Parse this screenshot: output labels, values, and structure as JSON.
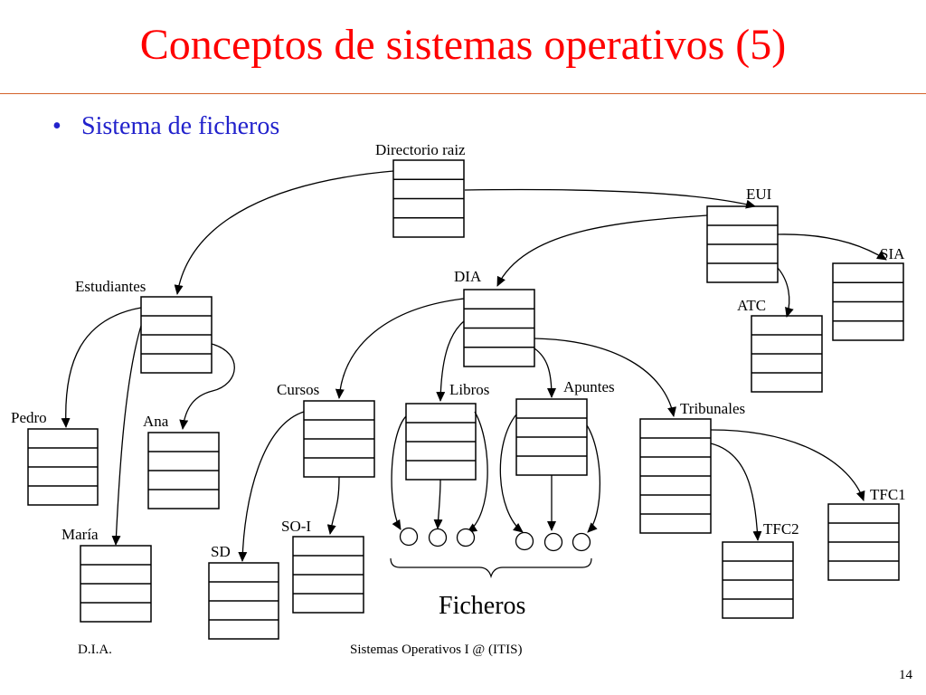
{
  "slide": {
    "title": "Conceptos de sistemas operativos (5)",
    "bullet_symbol": "•",
    "bullet_text": "Sistema de ficheros",
    "title_color": "#ff0000",
    "bullet_color": "#2222cc"
  },
  "diagram": {
    "directories": {
      "root": "Directorio raiz",
      "eui": "EUI",
      "sia": "SIA",
      "dia": "DIA",
      "atc": "ATC",
      "estudiantes": "Estudiantes",
      "pedro": "Pedro",
      "ana": "Ana",
      "maria": "María",
      "cursos": "Cursos",
      "libros": "Libros",
      "apuntes": "Apuntes",
      "tribunales": "Tribunales",
      "so_i": "SO-I",
      "sd": "SD",
      "tfc1": "TFC1",
      "tfc2": "TFC2"
    },
    "files_label": "Ficheros"
  },
  "footer": {
    "left": "D.I.A.",
    "center": "Sistemas Operativos I @ (ITIS)",
    "page_number": "14"
  }
}
